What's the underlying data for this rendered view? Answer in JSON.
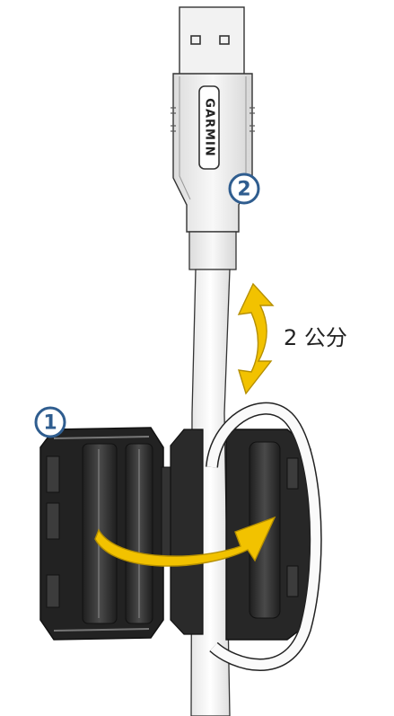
{
  "callouts": [
    {
      "label": "1"
    },
    {
      "label": "2"
    }
  ],
  "measurement": {
    "label": "2 公分"
  },
  "logo": {
    "text": "GARMIN"
  },
  "colors": {
    "callout_border": "#2f5d8f",
    "arrow_fill": "#f2c200",
    "arrow_outline": "#b58f00",
    "ferrite_body": "#2b2b2b",
    "cable": "#f5f5f5",
    "usb_metal": "#eeeeee"
  }
}
